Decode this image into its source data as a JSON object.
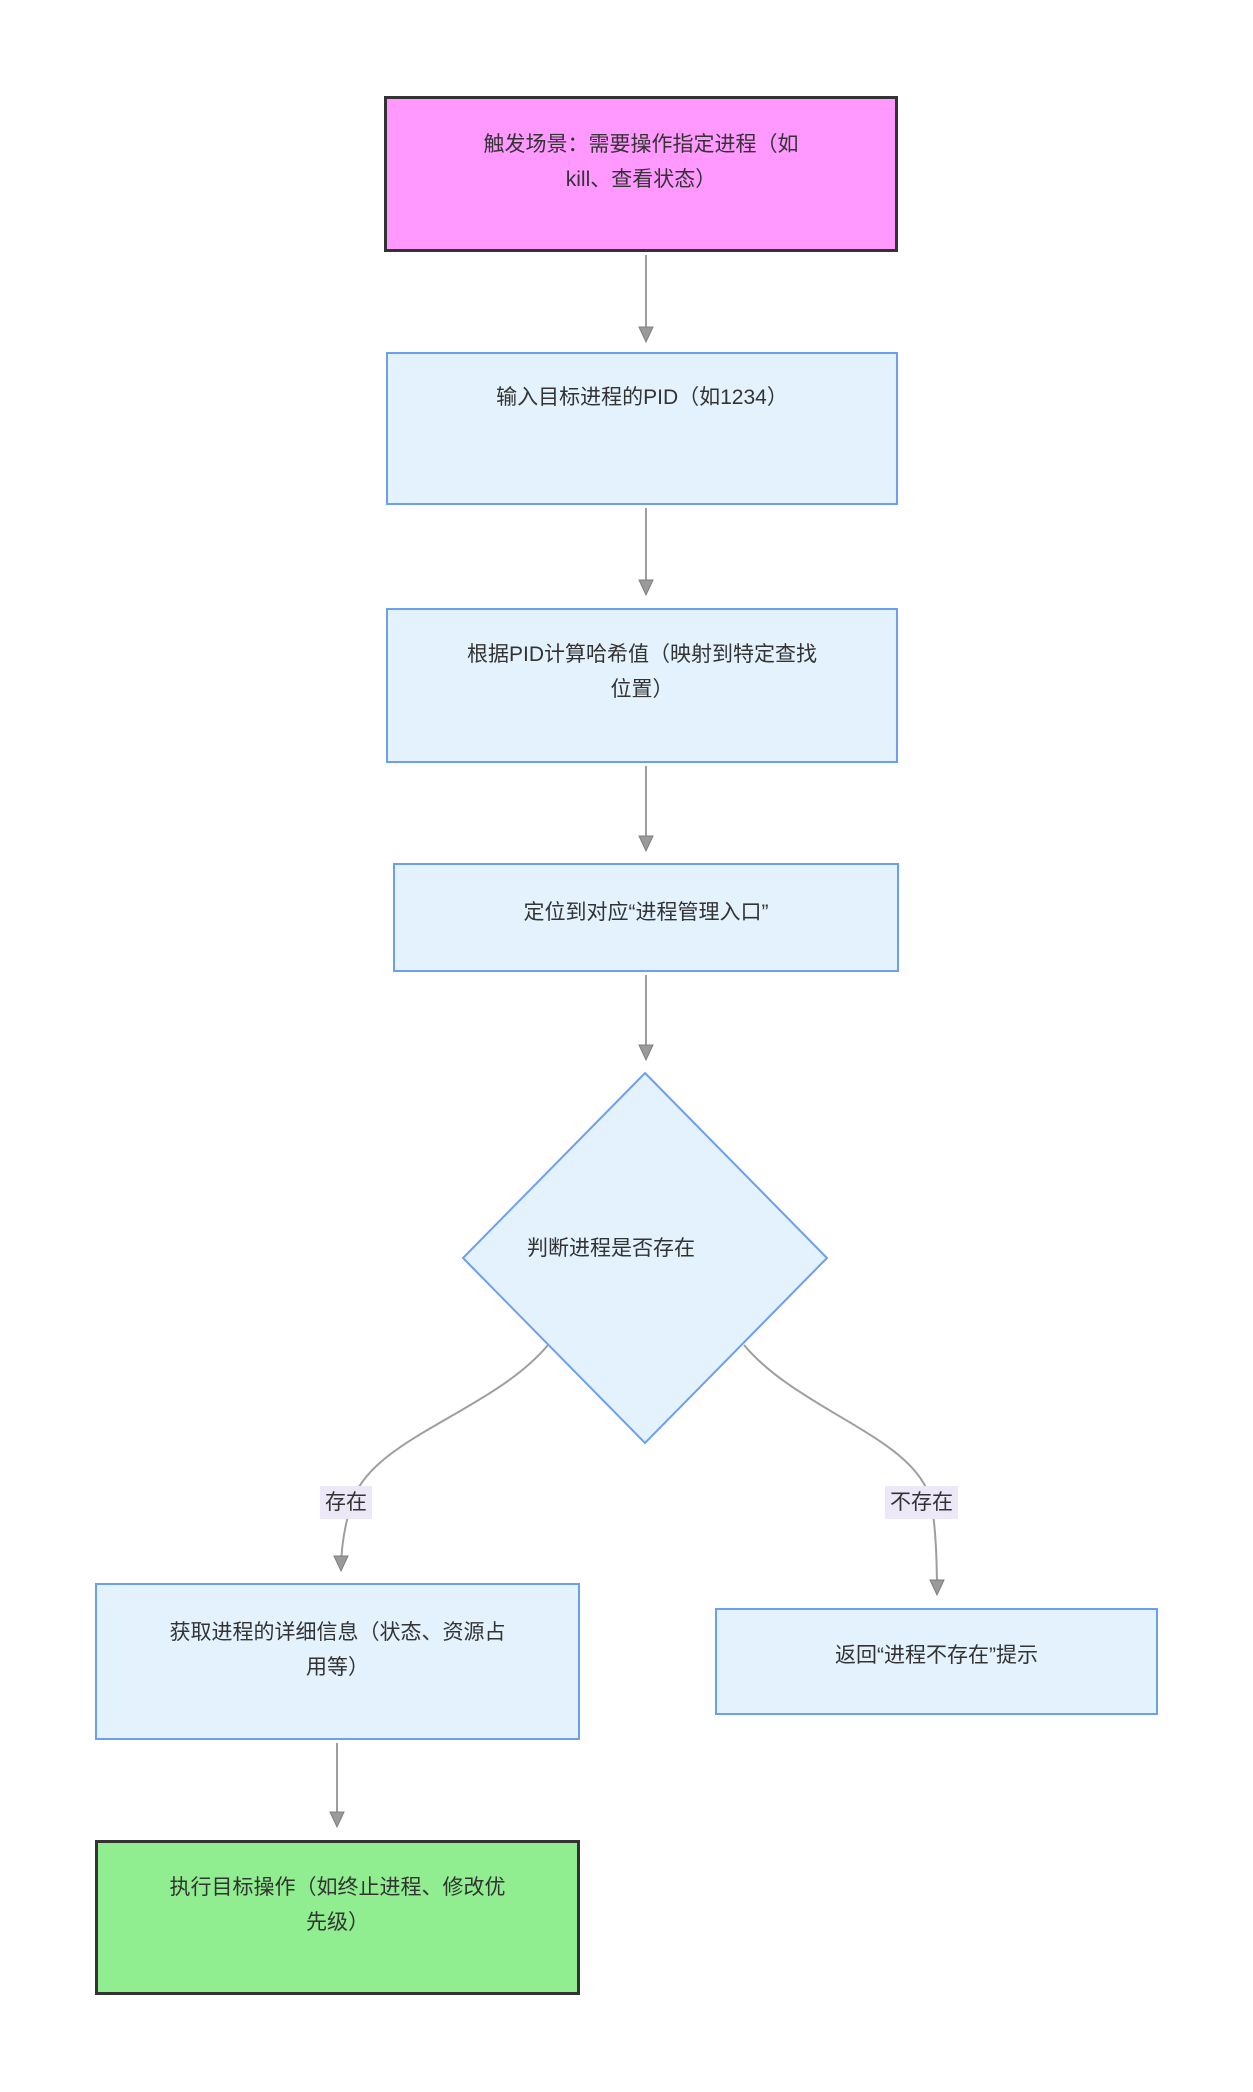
{
  "diagram": {
    "type": "flowchart",
    "direction": "top-down",
    "nodes": {
      "trigger": {
        "label": "触发场景：需要操作指定进程（如\nkill、查看状态）",
        "shape": "rect",
        "role": "start"
      },
      "input_pid": {
        "label": "输入目标进程的PID（如1234）",
        "shape": "rect",
        "role": "process"
      },
      "hash": {
        "label": "根据PID计算哈希值（映射到特定查找\n位置）",
        "shape": "rect",
        "role": "process"
      },
      "locate": {
        "label": "定位到对应“进程管理入口”",
        "shape": "rect",
        "role": "process"
      },
      "decision": {
        "label": "判断进程是否存在",
        "shape": "diamond",
        "role": "decision"
      },
      "details": {
        "label": "获取进程的详细信息（状态、资源占\n用等）",
        "shape": "rect",
        "role": "process"
      },
      "not_found": {
        "label": "返回“进程不存在”提示",
        "shape": "rect",
        "role": "process"
      },
      "execute": {
        "label": "执行目标操作（如终止进程、修改优\n先级）",
        "shape": "rect",
        "role": "end"
      }
    },
    "edges": [
      {
        "from": "trigger",
        "to": "input_pid",
        "label": ""
      },
      {
        "from": "input_pid",
        "to": "hash",
        "label": ""
      },
      {
        "from": "hash",
        "to": "locate",
        "label": ""
      },
      {
        "from": "locate",
        "to": "decision",
        "label": ""
      },
      {
        "from": "decision",
        "to": "details",
        "label": "存在"
      },
      {
        "from": "decision",
        "to": "not_found",
        "label": "不存在"
      },
      {
        "from": "details",
        "to": "execute",
        "label": ""
      }
    ],
    "edge_labels": {
      "exists": "存在",
      "not_exists": "不存在"
    },
    "colors": {
      "start_fill": "#FF99FF",
      "process_fill": "#E3F2FD",
      "process_border": "#6C9FF0",
      "end_fill": "#90EE90",
      "dark_border": "#333333",
      "edge_stroke": "#9E9E9E",
      "edge_label_bg": "#ECE8F8",
      "text": "#333333",
      "background": "#FFFFFF"
    },
    "icons": []
  }
}
